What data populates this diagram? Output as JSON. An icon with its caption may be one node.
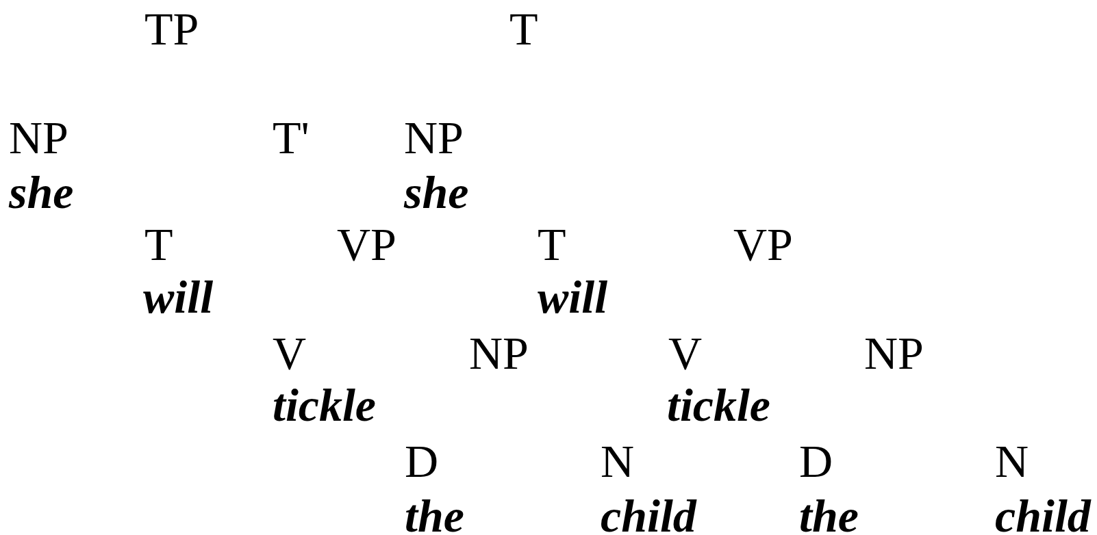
{
  "diagram": {
    "labels": [
      "TP",
      "T",
      "NP",
      "T'",
      "NP",
      "she",
      "she",
      "T",
      "VP",
      "T",
      "VP",
      "will",
      "will",
      "V",
      "NP",
      "V",
      "NP",
      "tickle",
      "tickle",
      "D",
      "N",
      "D",
      "N",
      "the",
      "child",
      "the",
      "child"
    ]
  }
}
